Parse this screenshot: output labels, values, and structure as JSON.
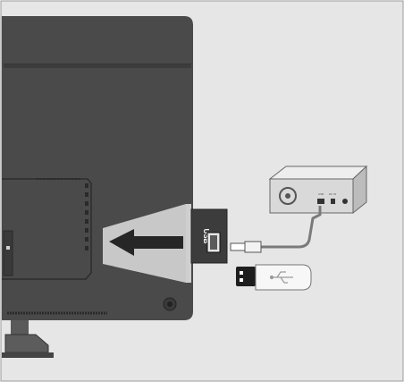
{
  "illustration": {
    "port_label": "USB",
    "drive_port_label_1": "USB",
    "drive_port_label_2": "DC IN"
  },
  "colors": {
    "background": "#e6e6e6",
    "tv_body": "#4a4a4a",
    "tv_body_dark": "#3a3a3a",
    "highlight": "#d2d2d2",
    "arrow": "#262626",
    "drive_body": "#d9d9d9",
    "cable": "#7a7a7a"
  },
  "icons": {
    "arrow": "left-arrow-icon",
    "usb_symbol": "usb-symbol-icon",
    "hard_drive": "external-hdd-icon",
    "flash_drive": "usb-flash-drive-icon"
  }
}
